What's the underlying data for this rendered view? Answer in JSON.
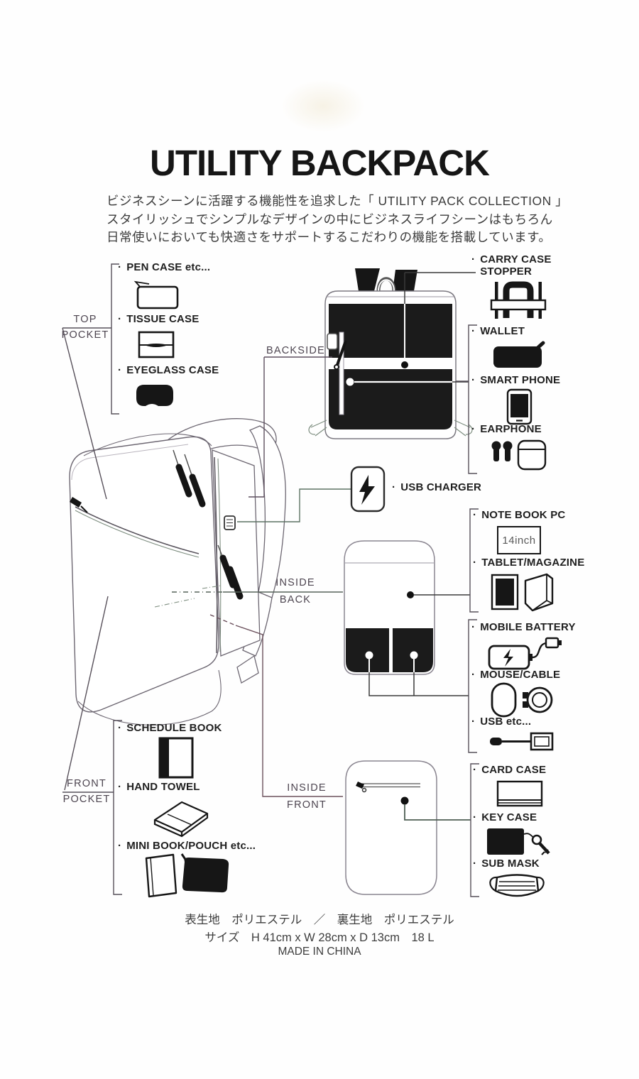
{
  "title": "UTILITY BACKPACK",
  "intro": {
    "line1": "ビジネスシーンに活躍する機能性を追求した「 UTILITY PACK COLLECTION 」",
    "line2": "スタイリッシュでシンプルなデザインの中にビジネスライフシーンはもちろん",
    "line3": "日常使いにおいても快適さをサポートするこだわりの機能を搭載しています。"
  },
  "ui": {
    "bullet": "·"
  },
  "pointers": {
    "top_pocket": {
      "top": "TOP",
      "bottom": "POCKET"
    },
    "front_pocket": {
      "top": "FRONT",
      "bottom": "POCKET"
    },
    "backside": "BACKSIDE",
    "inside_back": {
      "top": "INSIDE",
      "bottom": "BACK"
    },
    "inside_front": {
      "top": "INSIDE",
      "bottom": "FRONT"
    }
  },
  "groups": {
    "top_pocket": {
      "items": [
        {
          "label": "PEN CASE etc...",
          "icon": "pen-case-icon"
        },
        {
          "label": "TISSUE CASE",
          "icon": "tissue-case-icon"
        },
        {
          "label": "EYEGLASS CASE",
          "icon": "eyeglass-case-icon"
        }
      ]
    },
    "carry": {
      "label": "CARRY CASE STOPPER",
      "icon": "carry-case-stopper-icon"
    },
    "back_pocket": {
      "items": [
        {
          "label": "WALLET",
          "icon": "wallet-icon"
        },
        {
          "label": "SMART PHONE",
          "icon": "smartphone-icon"
        },
        {
          "label": "EARPHONE",
          "icon": "earphone-icon"
        }
      ]
    },
    "usb_charger": {
      "label": "USB CHARGER",
      "icon": "usb-charger-icon"
    },
    "inside_back_main": {
      "items": [
        {
          "label": "NOTE BOOK PC",
          "icon": "notebook-pc-icon",
          "note": "14inch"
        },
        {
          "label": "TABLET/MAGAZINE",
          "icon": "tablet-magazine-icon"
        }
      ]
    },
    "inside_back_pockets": {
      "items": [
        {
          "label": "MOBILE BATTERY",
          "icon": "mobile-battery-icon"
        },
        {
          "label": "MOUSE/CABLE",
          "icon": "mouse-cable-icon"
        },
        {
          "label": "USB etc...",
          "icon": "usb-plug-icon"
        }
      ]
    },
    "inside_front": {
      "items": [
        {
          "label": "CARD CASE",
          "icon": "card-case-icon"
        },
        {
          "label": "KEY CASE",
          "icon": "key-case-icon"
        },
        {
          "label": "SUB MASK",
          "icon": "sub-mask-icon"
        }
      ]
    },
    "front_pocket": {
      "items": [
        {
          "label": "SCHEDULE BOOK",
          "icon": "schedule-book-icon"
        },
        {
          "label": "HAND TOWEL",
          "icon": "hand-towel-icon"
        },
        {
          "label": "MINI BOOK/POUCH etc...",
          "icon": "mini-book-pouch-icon"
        }
      ]
    }
  },
  "footer": {
    "materials": "表生地　ポリエステル　／　裏生地　ポリエステル",
    "size": "サイズ　H 41cm x W 28cm x D 13cm　18 L",
    "origin": "MADE IN CHINA"
  },
  "colors": {
    "ink": "#1f1f1f",
    "bag_black": "#1b1b1b",
    "line_gray": "#57505a",
    "line_green": "#5c7263",
    "line_maroon": "#6b505c"
  }
}
